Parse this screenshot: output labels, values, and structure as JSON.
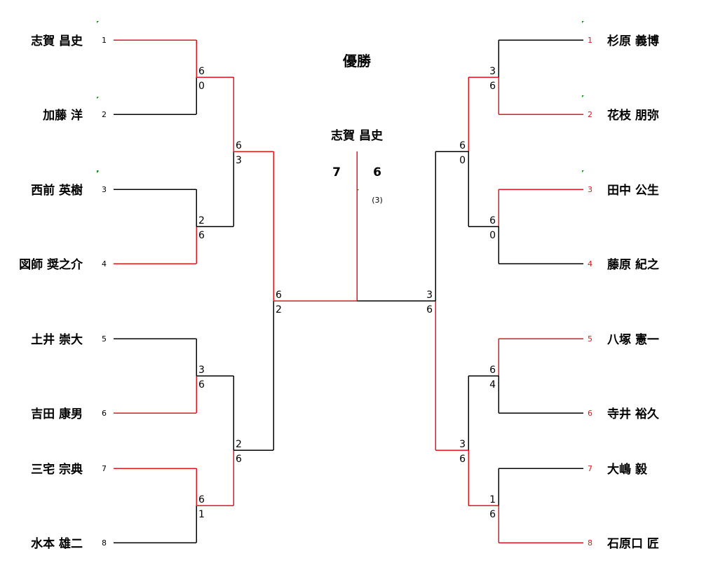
{
  "title": "優勝",
  "champion": {
    "name": "志賀 昌史",
    "score_left": "7",
    "score_right": "6",
    "tiebreak": "(3)"
  },
  "colors": {
    "winner_line": "#e8141b",
    "loser_line": "#000000",
    "seed_right": "#e8141b",
    "seed_left": "#000000",
    "marker": "#1a8a1a"
  },
  "left_players": [
    {
      "seed": "1",
      "name": "志賀 昌史"
    },
    {
      "seed": "2",
      "name": "加藤 洋"
    },
    {
      "seed": "3",
      "name": "西前 英樹"
    },
    {
      "seed": "4",
      "name": "図師 奨之介"
    },
    {
      "seed": "5",
      "name": "土井 崇大"
    },
    {
      "seed": "6",
      "name": "吉田 康男"
    },
    {
      "seed": "7",
      "name": "三宅 宗典"
    },
    {
      "seed": "8",
      "name": "水本 雄二"
    }
  ],
  "right_players": [
    {
      "seed": "1",
      "name": "杉原 義博"
    },
    {
      "seed": "2",
      "name": "花枝 朋弥"
    },
    {
      "seed": "3",
      "name": "田中 公生"
    },
    {
      "seed": "4",
      "name": "藤原 紀之"
    },
    {
      "seed": "5",
      "name": "八塚 憲一"
    },
    {
      "seed": "6",
      "name": "寺井 裕久"
    },
    {
      "seed": "7",
      "name": "大嶋 毅"
    },
    {
      "seed": "8",
      "name": "石原口 匠"
    }
  ],
  "left_r1": [
    {
      "top": "6",
      "bottom": "0",
      "winner": "top"
    },
    {
      "top": "2",
      "bottom": "6",
      "winner": "bottom"
    },
    {
      "top": "3",
      "bottom": "6",
      "winner": "bottom"
    },
    {
      "top": "6",
      "bottom": "1",
      "winner": "top"
    }
  ],
  "left_r2": [
    {
      "top": "6",
      "bottom": "3",
      "winner": "top"
    },
    {
      "top": "2",
      "bottom": "6",
      "winner": "bottom"
    }
  ],
  "left_r3": {
    "top": "6",
    "bottom": "2",
    "winner": "top"
  },
  "right_r1": [
    {
      "top": "3",
      "bottom": "6",
      "winner": "bottom"
    },
    {
      "top": "6",
      "bottom": "0",
      "winner": "top"
    },
    {
      "top": "6",
      "bottom": "4",
      "winner": "top"
    },
    {
      "top": "1",
      "bottom": "6",
      "winner": "bottom"
    }
  ],
  "right_r2": [
    {
      "top": "6",
      "bottom": "0",
      "winner": "top"
    },
    {
      "top": "3",
      "bottom": "6",
      "winner": "bottom"
    }
  ],
  "right_r3": {
    "top": "3",
    "bottom": "6",
    "winner": "bottom"
  }
}
